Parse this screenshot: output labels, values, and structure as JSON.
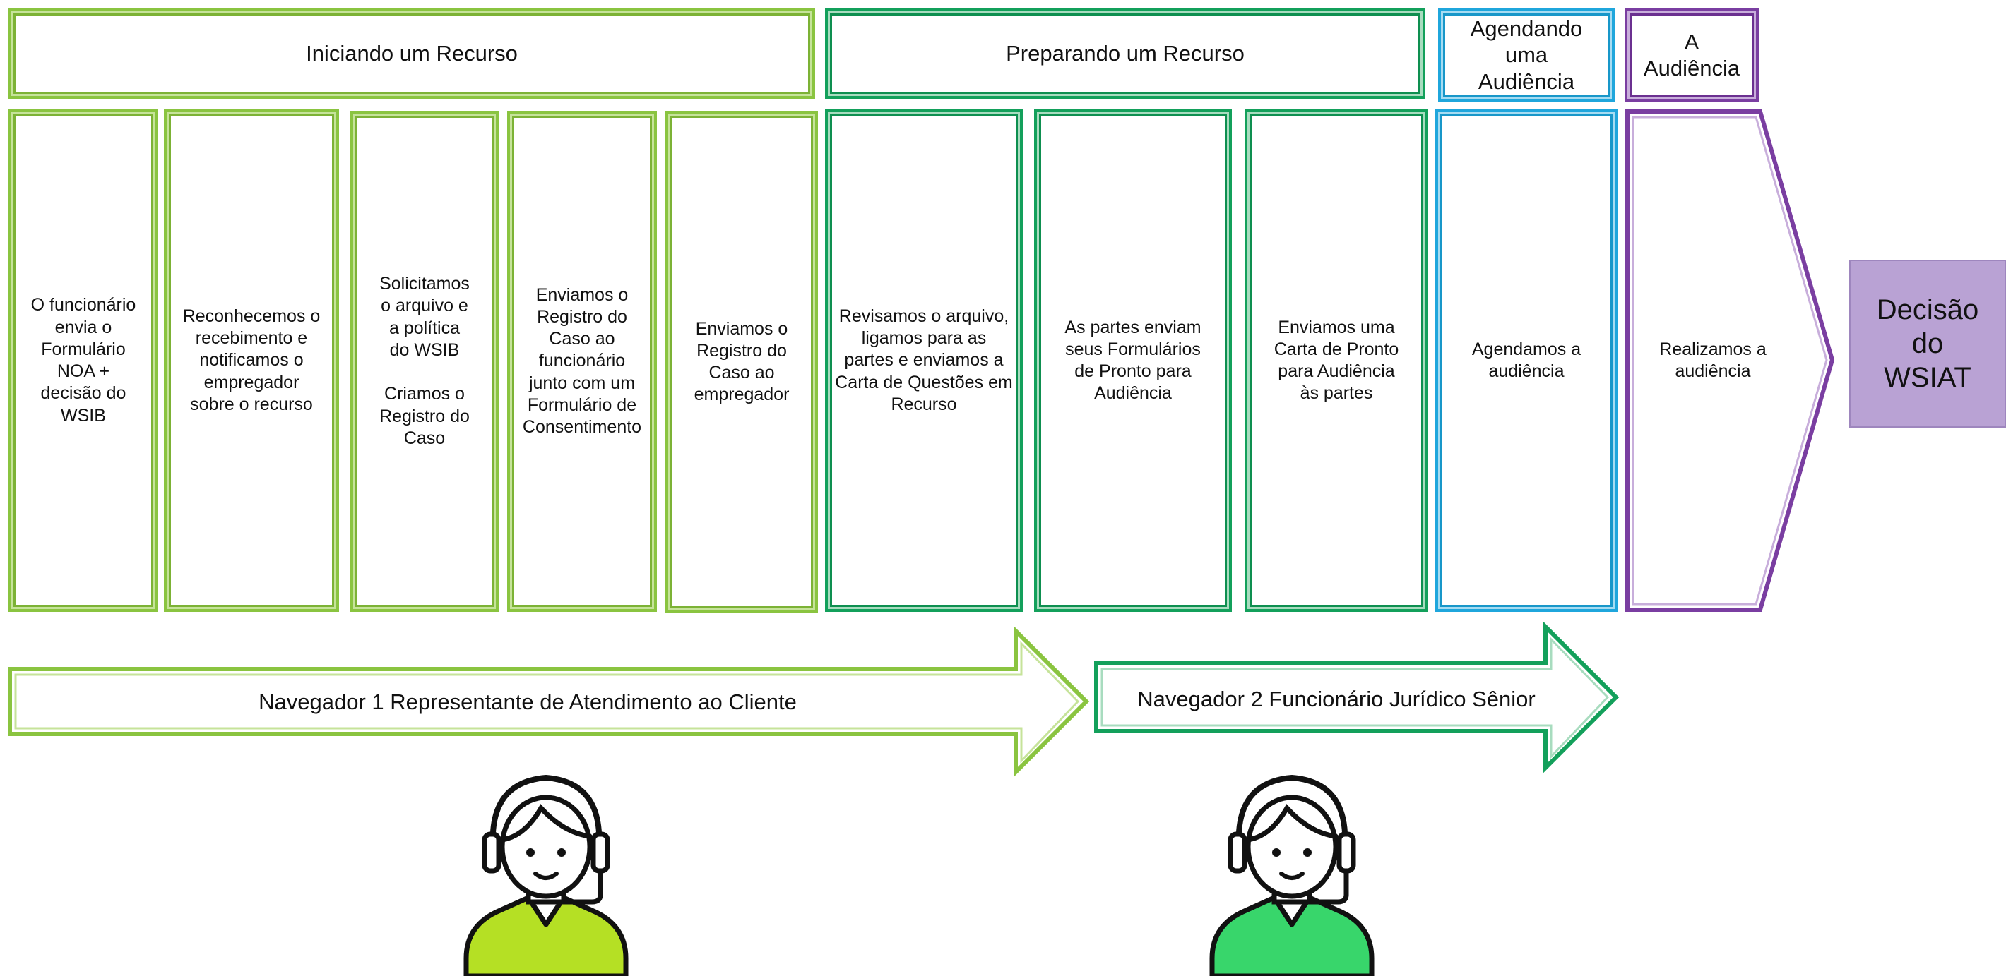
{
  "headers": {
    "initiating": "Iniciando um Recurso",
    "preparing": "Preparando um Recurso",
    "scheduling": "Agendando\numa\nAudiência",
    "hearing": "A\nAudiência"
  },
  "steps": [
    "O funcionário\nenvia o\nFormulário\nNOA +\ndecisão do\nWSIB",
    "Reconhecemos o\nrecebimento e\nnotificamos o\nempregador\nsobre o recurso",
    "Solicitamos\no arquivo e\na política\ndo WSIB\n\nCriamos o\nRegistro do\nCaso",
    "Enviamos o\nRegistro do\nCaso ao\nfuncionário\njunto com um\nFormulário de\nConsentimento",
    "Enviamos o\nRegistro do\nCaso ao\nempregador",
    "Revisamos o arquivo,\nligamos para as\npartes e enviamos a\nCarta de Questões em\nRecurso",
    "As partes enviam\nseus Formulários\nde Pronto para\nAudiência",
    "Enviamos uma\nCarta de Pronto\npara Audiência\nàs partes",
    "Agendamos a\naudiência",
    "Realizamos a\naudiência"
  ],
  "decision": "Decisão\ndo\nWSIAT",
  "navigators": [
    {
      "label": "Navegador 1 Representante de Atendimento ao Cliente",
      "color": "#8ac440",
      "avatar_color": "#b5e024",
      "icon": "headset-person-icon"
    },
    {
      "label": "Navegador 2 Funcionário Jurídico Sênior",
      "color": "#13a05b",
      "avatar_color": "#38d66b",
      "icon": "headset-person-icon"
    }
  ],
  "colors": {
    "initiating": "#8ac440",
    "preparing": "#13a05b",
    "scheduling": "#1fa6dc",
    "hearing": "#7a3ea1",
    "decision": "#b9a2d4"
  }
}
